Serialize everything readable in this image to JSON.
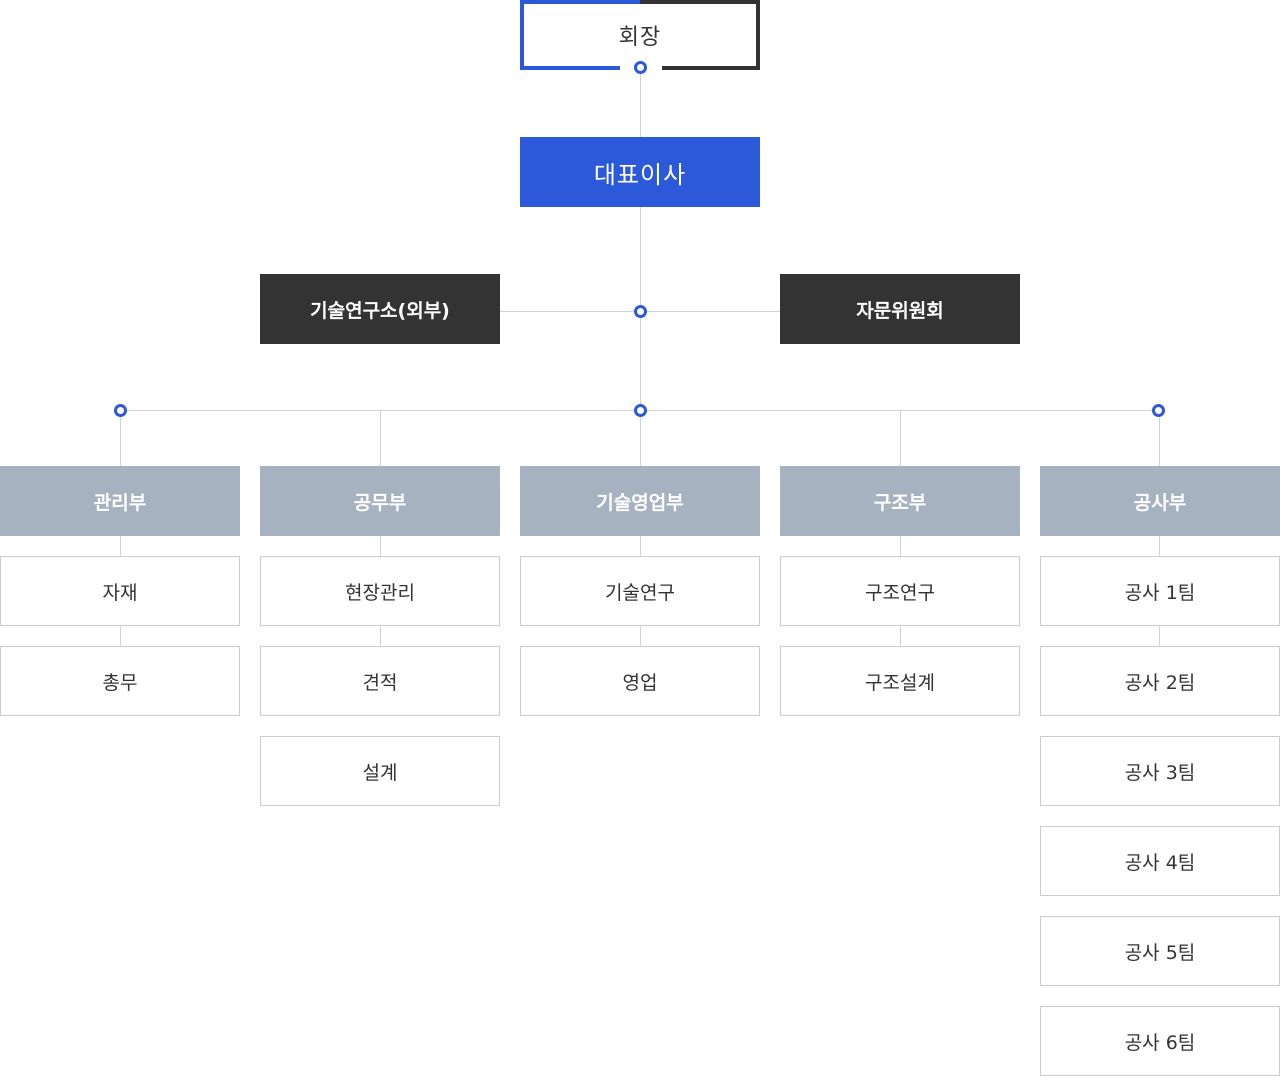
{
  "chairman": {
    "label": "회장"
  },
  "ceo": {
    "label": "대표이사"
  },
  "advisory": {
    "left_label": "기술연구소(외부)",
    "right_label": "자문위원회"
  },
  "departments": [
    {
      "label": "관리부",
      "teams": [
        "자재",
        "총무"
      ]
    },
    {
      "label": "공무부",
      "teams": [
        "현장관리",
        "견적",
        "설계"
      ]
    },
    {
      "label": "기술영업부",
      "teams": [
        "기술연구",
        "영업"
      ]
    },
    {
      "label": "구조부",
      "teams": [
        "구조연구",
        "구조설계"
      ]
    },
    {
      "label": "공사부",
      "teams": [
        "공사 1팀",
        "공사 2팀",
        "공사 3팀",
        "공사 4팀",
        "공사 5팀",
        "공사 6팀"
      ]
    }
  ],
  "colors": {
    "accent_blue": "#2b59d9",
    "dark": "#333333",
    "dept_gray": "#a7b2c0",
    "line": "#cfd3d8"
  }
}
